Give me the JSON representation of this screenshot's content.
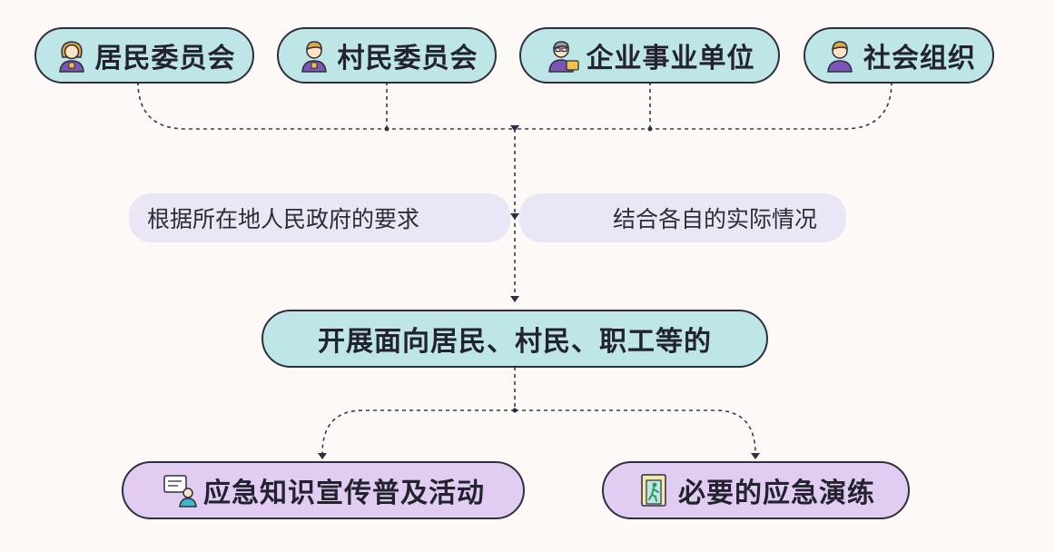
{
  "sources": [
    {
      "label": "居民委员会",
      "icon": "woman-avatar-icon"
    },
    {
      "label": "村民委员会",
      "icon": "man-avatar-icon"
    },
    {
      "label": "企业事业单位",
      "icon": "businessman-avatar-icon"
    },
    {
      "label": "社会组织",
      "icon": "person-avatar-icon"
    }
  ],
  "conditions": {
    "left": "根据所在地人民政府的要求",
    "right": "结合各自的实际情况"
  },
  "center": {
    "label": "开展面向居民、村民、职工等的"
  },
  "outcomes": [
    {
      "label": "应急知识宣传普及活动",
      "icon": "presentation-person-icon"
    },
    {
      "label": "必要的应急演练",
      "icon": "emergency-exit-icon"
    }
  ],
  "colors": {
    "teal_fill": "#bfe6e6",
    "purple_fill": "#e1cdf2",
    "outline": "#2e2e3e",
    "note_fill": "#ebe6f5",
    "background": "#fcf9f6"
  }
}
